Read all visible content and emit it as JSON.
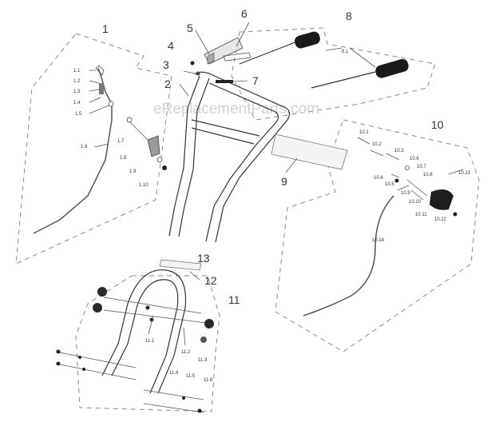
{
  "watermark": "eReplacementParts.com",
  "callouts": {
    "c1": "1",
    "c1_1": "1.1",
    "c1_2": "1.2",
    "c1_3": "1.3",
    "c1_4": "1.4",
    "c1_5": "1.5",
    "c1_6": "1.6",
    "c1_7": "1.7",
    "c1_8": "1.8",
    "c1_9": "1.9",
    "c1_10": "1.10",
    "c2": "2",
    "c3": "3",
    "c4": "4",
    "c5": "5",
    "c6": "6",
    "c7": "7",
    "c8": "8",
    "c8_1": "8.1",
    "c9": "9",
    "c10": "10",
    "c10_1": "10.1",
    "c10_2": "10.2",
    "c10_3": "10.3",
    "c10_4": "10.4",
    "c10_5": "10.5",
    "c10_6": "10.6",
    "c10_7": "10.7",
    "c10_8": "10.8",
    "c10_9": "10.9",
    "c10_10": "10.10",
    "c10_11": "10.11",
    "c10_12": "10.12",
    "c10_13": "10.13",
    "c10_14": "10.14",
    "c11": "11",
    "c11_1": "11.1",
    "c11_2": "11.2",
    "c11_3": "11.3",
    "c11_4": "11.4",
    "c11_5": "11.5",
    "c11_6": "11.6",
    "c12": "12",
    "c13": "13"
  }
}
